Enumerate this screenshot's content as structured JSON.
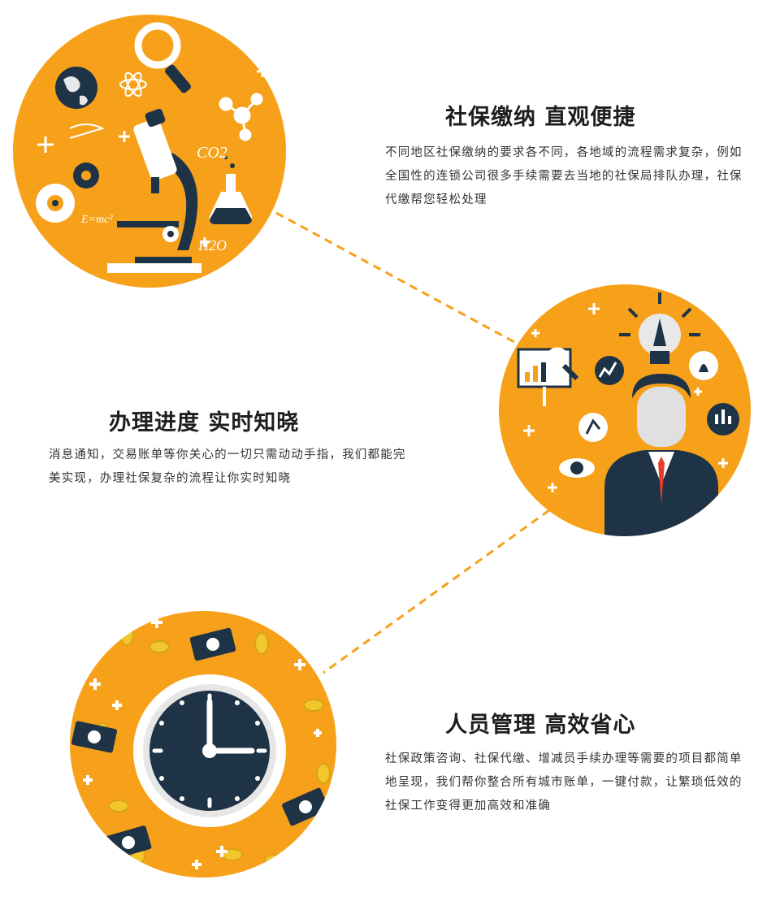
{
  "sections": [
    {
      "title": "社保缴纳 直观便捷",
      "desc": "不同地区社保缴纳的要求各不同，各地域的流程需求复杂，例如全国性的连锁公司很多手续需要去当地的社保局排队办理，社保代缴帮您轻松处理",
      "icon": "microscope-science-icon"
    },
    {
      "title": "办理进度 实时知晓",
      "desc": "消息通知，交易账单等你关心的一切只需动动手指，我们都能完美实现，办理社保复杂的流程让你实时知晓",
      "icon": "businessman-idea-icon"
    },
    {
      "title": "人员管理 高效省心",
      "desc": "社保政策咨询、社保代缴、增减员手续办理等需要的项目都简单地呈现，我们帮你整合所有城市账单，一键付款，让繁琐低效的社保工作变得更加高效和准确",
      "icon": "clock-money-icon"
    }
  ],
  "illustration_text": {
    "co2": "CO2",
    "h2o": "H2O",
    "emc": "E=mc²"
  },
  "colors": {
    "accent": "#f7a11a",
    "dark": "#1f3346",
    "text": "#333333",
    "dash": "#f7a11a"
  }
}
